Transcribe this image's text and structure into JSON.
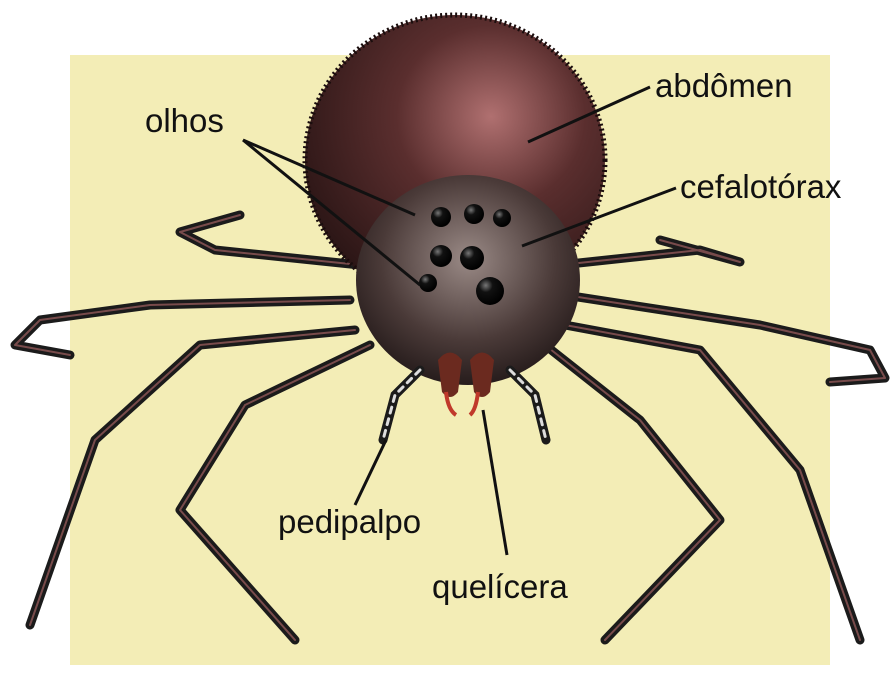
{
  "labels": {
    "olhos": "olhos",
    "abdomen": "abdômen",
    "cefalotorax": "cefalotórax",
    "pedipalpo": "pedipalpo",
    "quelicera": "quelícera"
  },
  "colors": {
    "background": "#f3edb6",
    "body_dark": "#2a1515",
    "body_mid": "#5a2e2e",
    "body_highlight": "#b07070",
    "leg": "#1b1b1b",
    "leg_highlight": "#a06060",
    "fang": "#c0392b",
    "leader_line": "#111111"
  }
}
